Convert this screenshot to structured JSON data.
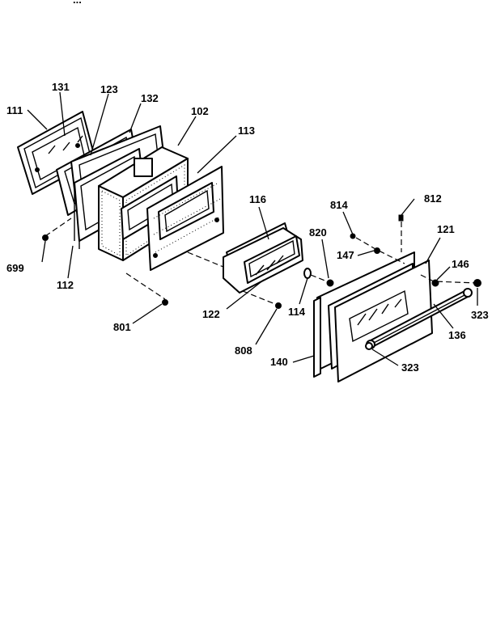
{
  "header_fragment": "...",
  "callouts": {
    "c111": "111",
    "c131": "131",
    "c123": "123",
    "c132": "132",
    "c102": "102",
    "c113": "113",
    "c116": "116",
    "c814": "814",
    "c812": "812",
    "c820": "820",
    "c121": "121",
    "c147": "147",
    "c146": "146",
    "c699": "699",
    "c112": "112",
    "c122": "122",
    "c114": "114",
    "c801": "801",
    "c808": "808",
    "c140": "140",
    "c323a": "323",
    "c136": "136",
    "c323b": "323"
  },
  "colors": {
    "ink": "#000000",
    "paper": "#ffffff"
  }
}
